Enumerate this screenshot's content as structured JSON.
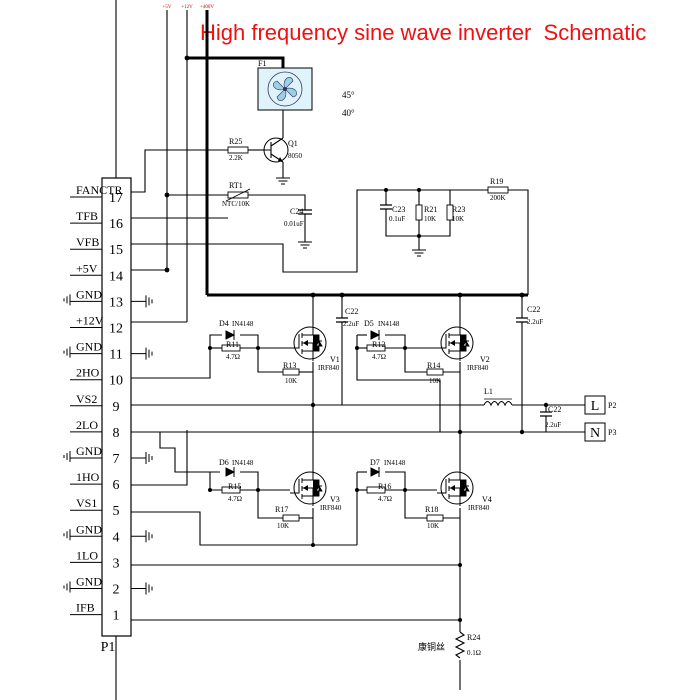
{
  "title": {
    "part1": "High frequency sine wave inverter",
    "part2": "Schematic"
  },
  "rails": [
    "+5V",
    "+12V",
    "+400V"
  ],
  "connector": {
    "name": "P1",
    "pins": [
      {
        "num": "17",
        "signal": "FANCTR"
      },
      {
        "num": "16",
        "signal": "TFB"
      },
      {
        "num": "15",
        "signal": "VFB"
      },
      {
        "num": "14",
        "signal": "+5V"
      },
      {
        "num": "13",
        "signal": "GND"
      },
      {
        "num": "12",
        "signal": "+12V"
      },
      {
        "num": "11",
        "signal": "GND"
      },
      {
        "num": "10",
        "signal": "2HO"
      },
      {
        "num": "9",
        "signal": "VS2"
      },
      {
        "num": "8",
        "signal": "2LO"
      },
      {
        "num": "7",
        "signal": "GND"
      },
      {
        "num": "6",
        "signal": "1HO"
      },
      {
        "num": "5",
        "signal": "VS1"
      },
      {
        "num": "4",
        "signal": "GND"
      },
      {
        "num": "3",
        "signal": "1LO"
      },
      {
        "num": "2",
        "signal": "GND"
      },
      {
        "num": "1",
        "signal": "IFB"
      }
    ]
  },
  "fan": {
    "ref": "F1",
    "temp1": "45°",
    "temp2": "40°"
  },
  "components": {
    "R25": {
      "ref": "R25",
      "value": "2.2K"
    },
    "Q1": {
      "ref": "Q1",
      "value": "8050"
    },
    "RT1": {
      "ref": "RT1",
      "value": "NTC/10K"
    },
    "C24": {
      "ref": "C24",
      "value": "0.01uF"
    },
    "C23": {
      "ref": "C23",
      "value": "0.1uF"
    },
    "R21": {
      "ref": "R21",
      "value": "10K"
    },
    "R23": {
      "ref": "R23",
      "value": "10K"
    },
    "R19": {
      "ref": "R19",
      "value": "200K"
    },
    "C22a": {
      "ref": "C22",
      "value": "2.2uF"
    },
    "C22b": {
      "ref": "C22",
      "value": "2.2uF"
    },
    "C22c": {
      "ref": "C22",
      "value": "2.2uF"
    },
    "D4": {
      "ref": "D4",
      "value": "IN4148"
    },
    "D5": {
      "ref": "D5",
      "value": "IN4148"
    },
    "D6": {
      "ref": "D6",
      "value": "IN4148"
    },
    "D7": {
      "ref": "D7",
      "value": "IN4148"
    },
    "R11": {
      "ref": "R11",
      "value": "4.7Ω"
    },
    "R12": {
      "ref": "R12",
      "value": "4.7Ω"
    },
    "R15": {
      "ref": "R15",
      "value": "4.7Ω"
    },
    "R16": {
      "ref": "R16",
      "value": "4.7Ω"
    },
    "R13": {
      "ref": "R13",
      "value": "10K"
    },
    "R14": {
      "ref": "R14",
      "value": "10K"
    },
    "R17": {
      "ref": "R17",
      "value": "10K"
    },
    "R18": {
      "ref": "R18",
      "value": "10K"
    },
    "V1": {
      "ref": "V1",
      "value": "IRF840"
    },
    "V2": {
      "ref": "V2",
      "value": "IRF840"
    },
    "V3": {
      "ref": "V3",
      "value": "IRF840"
    },
    "V4": {
      "ref": "V4",
      "value": "IRF840"
    },
    "L1": {
      "ref": "L1"
    },
    "R24": {
      "ref": "R24",
      "value": "0.1Ω",
      "note": "康铜丝"
    }
  },
  "outputs": [
    {
      "label": "L",
      "port": "P2"
    },
    {
      "label": "N",
      "port": "P3"
    }
  ],
  "colors": {
    "title": "#ee1111",
    "rail_label": "#cc0000",
    "fan_fill": "#dff3fb"
  }
}
